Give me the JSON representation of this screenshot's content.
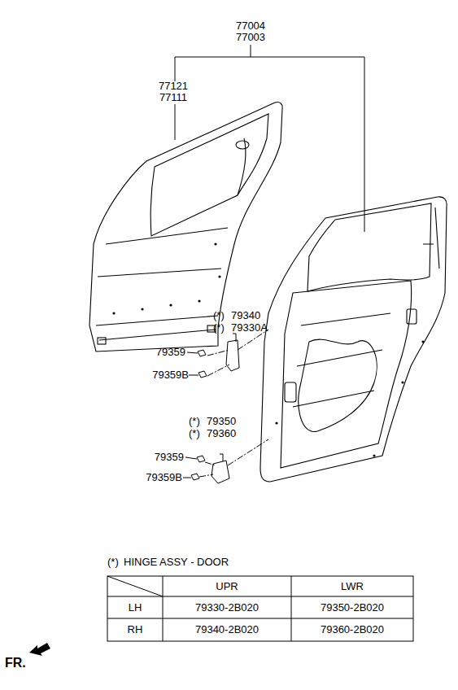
{
  "diagram": {
    "labels": [
      "77004",
      "77003",
      "77121",
      "77111",
      "(*)",
      "79340",
      "(*)",
      "79330A",
      "79359",
      "79359B",
      "(*)",
      "79350",
      "(*)",
      "79360",
      "79359",
      "79359B",
      "(*)",
      "HINGE ASSY - DOOR",
      "UPR",
      "LWR",
      "LH",
      "79330-2B020",
      "79350-2B020",
      "RH",
      "79340-2B020",
      "79360-2B020",
      "FR."
    ]
  }
}
